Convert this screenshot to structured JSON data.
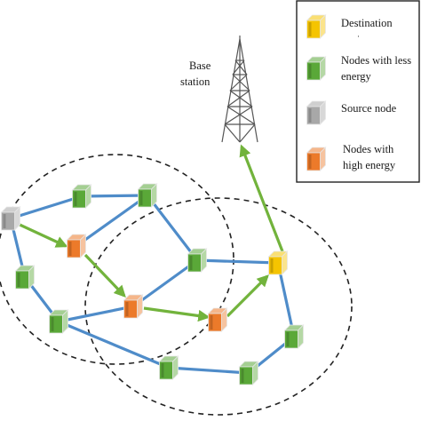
{
  "tower": {
    "label_line1": "Base",
    "label_line2": "station"
  },
  "legend": {
    "items": [
      {
        "key": "destination",
        "color": "#f5c400",
        "lines": [
          "Destination",
          "·"
        ]
      },
      {
        "key": "less-energy",
        "color": "#5aa838",
        "lines": [
          "Nodes with less",
          "energy"
        ]
      },
      {
        "key": "source",
        "color": "#a8a8a8",
        "lines": [
          "Source node"
        ]
      },
      {
        "key": "high-energy",
        "color": "#ec7a2a",
        "lines": [
          "Nodes with",
          "high energy"
        ]
      }
    ]
  },
  "colors": {
    "link": "#4f8cc9",
    "route_arrow": "#72b33c",
    "cluster_border": "#222222",
    "legend_border": "#222222",
    "tower": "#555555"
  },
  "icons": {
    "tower": "radio-tower-icon",
    "node": "cube-node-icon"
  }
}
